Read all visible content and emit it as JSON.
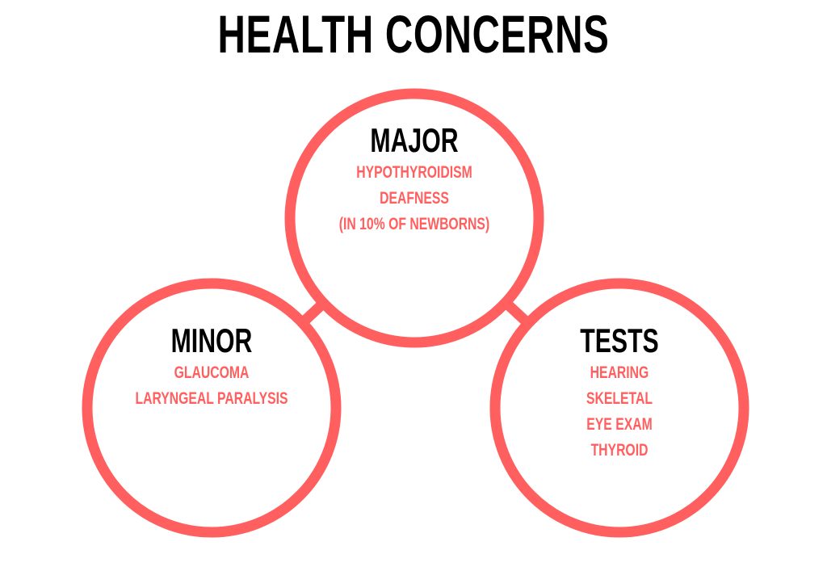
{
  "title": "HEALTH CONCERNS",
  "accent_color": "#ff5f5f",
  "major": {
    "heading": "MAJOR",
    "items": [
      "HYPOTHYROIDISM",
      "DEAFNESS",
      "(IN 10% OF NEWBORNS)"
    ]
  },
  "minor": {
    "heading": "MINOR",
    "items": [
      "GLAUCOMA",
      "LARYNGEAL PARALYSIS"
    ]
  },
  "tests": {
    "heading": "TESTS",
    "items": [
      "HEARING",
      "SKELETAL",
      "EYE EXAM",
      "THYROID"
    ]
  }
}
